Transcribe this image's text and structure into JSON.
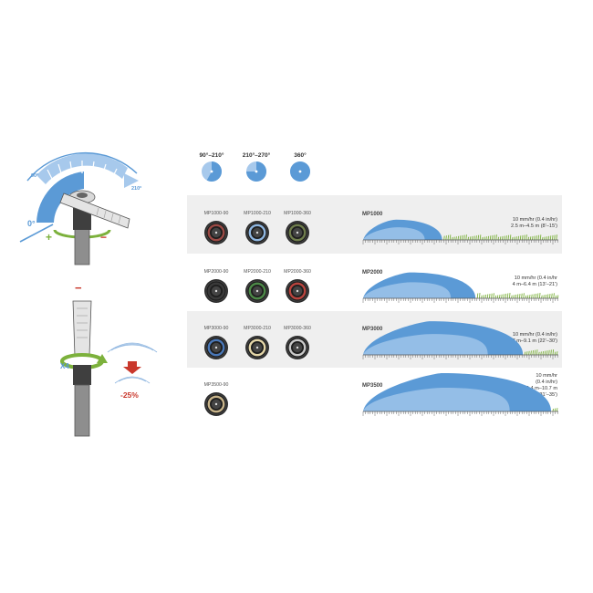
{
  "colors": {
    "accent_blue": "#5b9ad6",
    "light_blue": "#a7c9ec",
    "red": "#c9382c",
    "green": "#7cb13c",
    "band_grey": "#efefef"
  },
  "adjust_diagram": {
    "angle_0": "0°",
    "angle_90": "90°",
    "angle_210": "210°",
    "plus": "+",
    "minus": "−",
    "icon": "arc-adjustment-collar-icon"
  },
  "radius_diagram": {
    "minus": "−",
    "turns": "X4",
    "reduction": "-25%",
    "icon": "radius-adjustment-screw-icon"
  },
  "arc_headers": [
    {
      "label": "90°–210°",
      "fraction": 0.58
    },
    {
      "label": "210°–270°",
      "fraction": 0.75
    },
    {
      "label": "360°",
      "fraction": 1.0
    }
  ],
  "series": [
    {
      "name": "MP1000",
      "rate": "10 mm/hr (0.4 in/hr)",
      "radius": "2.5 m–4.5 m (8'–15')",
      "radius_max_m": 4.5,
      "shaded": true,
      "nozzles": [
        {
          "label": "MP1000-90",
          "color": "#9b4a45"
        },
        {
          "label": "MP1000-210",
          "color": "#8fb6e0"
        },
        {
          "label": "MP1000-360",
          "color": "#6f7d4c"
        }
      ]
    },
    {
      "name": "MP2000",
      "rate": "10 mm/hr (0.4 in/hr",
      "radius": "4 m–6.4 m (13'–21')",
      "radius_max_m": 6.4,
      "shaded": false,
      "nozzles": [
        {
          "label": "MP2000-90",
          "color": "#3a3a3a"
        },
        {
          "label": "MP2000-210",
          "color": "#4d8a48"
        },
        {
          "label": "MP2000-360",
          "color": "#b9443e"
        }
      ]
    },
    {
      "name": "MP3000",
      "rate": "10 mm/hr (0.4 in/hr)",
      "radius": "6.7 m–9.1 m (22'–30')",
      "radius_max_m": 9.1,
      "shaded": true,
      "nozzles": [
        {
          "label": "MP3000-90",
          "color": "#4a78b8"
        },
        {
          "label": "MP3000-210",
          "color": "#e4d6a8"
        },
        {
          "label": "MP3000-360",
          "color": "#c9c9c9"
        }
      ]
    },
    {
      "name": "MP3500",
      "rate_lines": [
        "10 mm/hr",
        "(0.4 in/hr)"
      ],
      "radius_lines": [
        "9.4 m–10.7 m",
        "(31'–35')"
      ],
      "radius_max_m": 10.7,
      "shaded": false,
      "nozzles": [
        {
          "label": "MP3500-90",
          "color": "#c8b48a"
        }
      ]
    }
  ]
}
